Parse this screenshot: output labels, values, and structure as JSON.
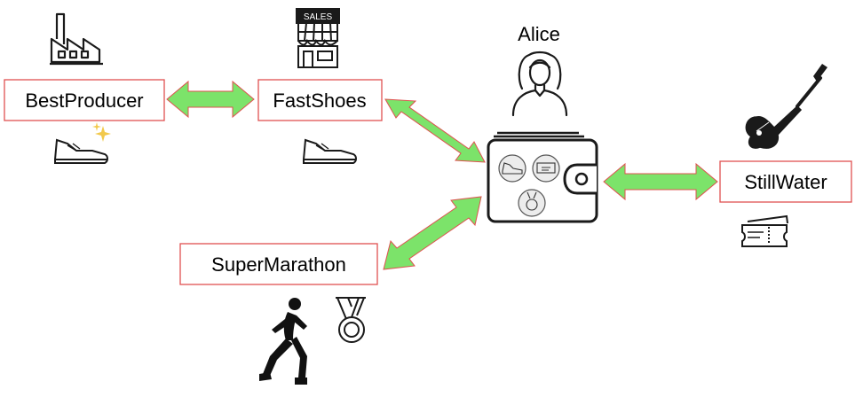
{
  "nodes": {
    "best_producer": "BestProducer",
    "fast_shoes": "FastShoes",
    "super_marathon": "SuperMarathon",
    "still_water": "StillWater"
  },
  "person": {
    "name": "Alice"
  },
  "colors": {
    "arrow_fill": "#7ce36a",
    "arrow_stroke": "#e05050",
    "box_border": "#e05050",
    "icon": "#1a1a1a"
  },
  "icons": {
    "factory": "factory-icon",
    "store": "store-icon",
    "store_sign": "SALES",
    "sneaker_sparkle": "sneaker-sparkle-icon",
    "sneaker": "sneaker-icon",
    "wallet": "wallet-icon",
    "person": "person-icon",
    "guitar": "guitar-icon",
    "ticket": "ticket-icon",
    "runner": "runner-icon",
    "medal": "medal-icon"
  }
}
